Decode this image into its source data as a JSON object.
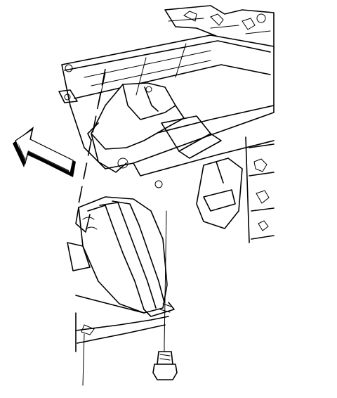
{
  "diagram": {
    "kind": "line-art technical illustration",
    "colors": {
      "ink": "#000000",
      "paper": "#ffffff"
    },
    "parts": [
      "frame-crossmember",
      "engine-mount-bracket",
      "transmission-mount",
      "mount-bolt",
      "direction-arrow",
      "frame-rail"
    ],
    "arrow_direction": "up-left"
  }
}
